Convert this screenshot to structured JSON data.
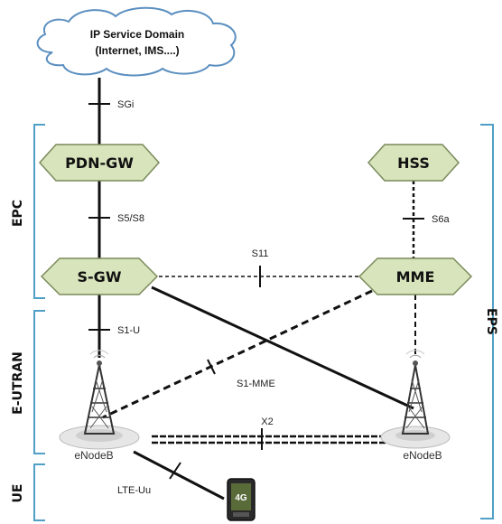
{
  "cloud": {
    "line1": "IP Service Domain",
    "line2": "(Internet, IMS....)"
  },
  "nodes": {
    "pdn_gw": "PDN-GW",
    "hss": "HSS",
    "s_gw": "S-GW",
    "mme": "MME"
  },
  "interfaces": {
    "sgi": "SGi",
    "s5s8": "S5/S8",
    "s6a": "S6a",
    "s11": "S11",
    "s1u": "S1-U",
    "s1mme": "S1-MME",
    "x2": "X2",
    "lteuu": "LTE-Uu"
  },
  "regions": {
    "epc": "EPC",
    "eutran": "E-UTRAN",
    "ue": "UE",
    "eps": "EPS"
  },
  "enodeb": {
    "left": "eNodeB",
    "right": "eNodeB"
  },
  "device": {
    "badge": "4G"
  },
  "colors": {
    "node_fill": "#d8e4bc",
    "node_stroke": "#7a8a5a",
    "bracket": "#4f9fc6",
    "cloud_stroke": "#5b8fc0",
    "line": "#111111"
  }
}
